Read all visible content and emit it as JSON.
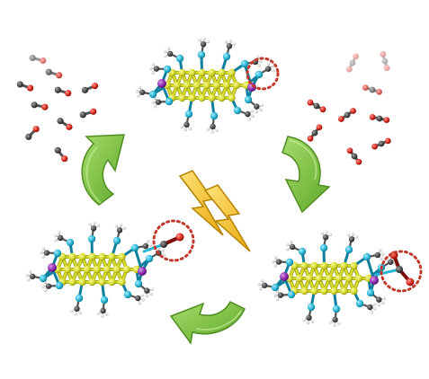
{
  "diagram": {
    "type": "catalytic-cycle",
    "clusters": [
      {
        "id": "cluster-top",
        "state": "bare",
        "ring_highlight": true
      },
      {
        "id": "cluster-right",
        "state": "co2-bound",
        "ring_highlight": true
      },
      {
        "id": "cluster-left",
        "state": "co-bound",
        "ring_highlight": true
      }
    ],
    "arrows": [
      "top-to-right",
      "right-to-left",
      "left-to-top"
    ],
    "energy_symbol": "lightning-bolts",
    "free_molecules_left": "co",
    "free_molecules_right": "co2"
  },
  "colors": {
    "metal": "#d8dc2c",
    "metal_dark": "#9aa012",
    "ligand": "#29b6d6",
    "ligand_dark": "#0f7f9e",
    "phosphorus": "#8e2bb0",
    "carbon": "#4b4b4b",
    "hydrogen": "#f2f2f2",
    "oxygen": "#d9261c",
    "arrow": "#7cc242",
    "arrow_edge": "#4f8f22",
    "bolt": "#f4c430",
    "bolt_edge": "#b58300",
    "ring": "#c0392b"
  }
}
